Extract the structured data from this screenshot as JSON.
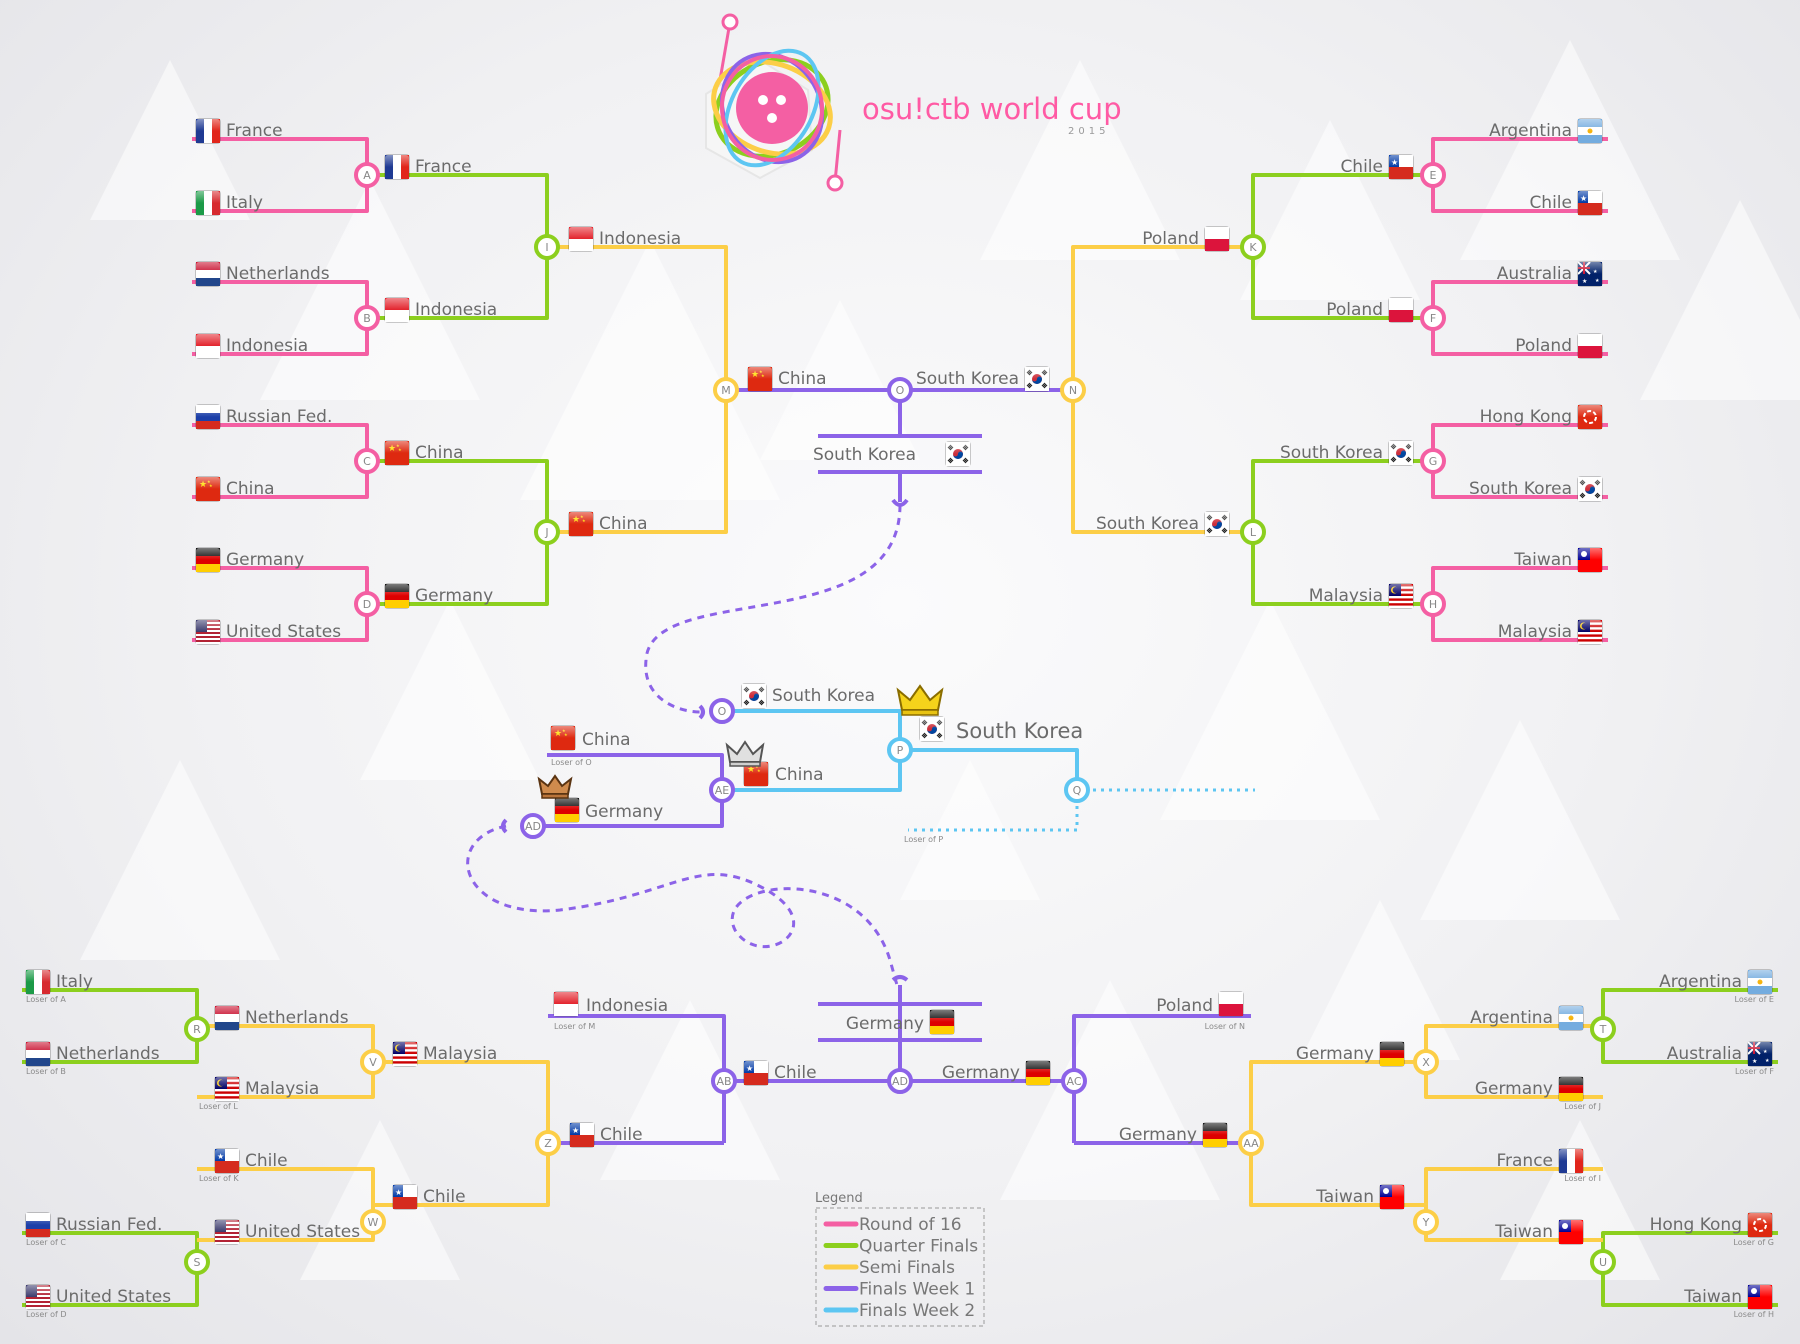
{
  "title": "osu!ctb world cup",
  "year": "2015",
  "colors": {
    "r16": "#f45fa3",
    "qf": "#8ccf1e",
    "sf": "#fcce47",
    "fw1": "#8c63e8",
    "fw2": "#5dc6f2",
    "node_fill": "#ffffff"
  },
  "legend": {
    "title": "Legend",
    "items": [
      {
        "key": "r16",
        "label": "Round of 16"
      },
      {
        "key": "qf",
        "label": "Quarter Finals"
      },
      {
        "key": "sf",
        "label": "Semi Finals"
      },
      {
        "key": "fw1",
        "label": "Finals Week 1"
      },
      {
        "key": "fw2",
        "label": "Finals Week 2"
      }
    ]
  },
  "nodes": [
    "A",
    "B",
    "C",
    "D",
    "E",
    "F",
    "G",
    "H",
    "I",
    "J",
    "K",
    "L",
    "M",
    "N",
    "O",
    "O",
    "P",
    "Q",
    "AE",
    "AD",
    "R",
    "S",
    "T",
    "U",
    "V",
    "W",
    "X",
    "Y",
    "Z",
    "AA",
    "AB",
    "AC",
    "AD"
  ],
  "upper_left": {
    "r16": [
      "France",
      "Italy",
      "Netherlands",
      "Indonesia",
      "Russian Fed.",
      "China",
      "Germany",
      "United States"
    ],
    "qf": [
      "France",
      "Indonesia",
      "China",
      "Germany"
    ],
    "sf": [
      "Indonesia",
      "China"
    ],
    "final": "China"
  },
  "upper_right": {
    "r16": [
      "Argentina",
      "Chile",
      "Australia",
      "Poland",
      "Hong Kong",
      "South Korea",
      "Taiwan",
      "Malaysia"
    ],
    "qf": [
      "Chile",
      "Poland",
      "South Korea",
      "Malaysia"
    ],
    "sf": [
      "Poland",
      "South Korea"
    ],
    "final": "South Korea"
  },
  "upper_winner": "South Korea",
  "grand_final": {
    "upper": "South Korea",
    "lower_sf": "China",
    "lower_sf_sub": "Loser of O",
    "lower_sf_winner": "China",
    "third_place": "Germany",
    "champion": "South Korea",
    "q_sub": "Loser of P"
  },
  "lower_left": {
    "r1": [
      {
        "team": "Italy",
        "sub": "Loser of A"
      },
      {
        "team": "Netherlands",
        "sub": "Loser of B"
      },
      {
        "team": "Russian Fed.",
        "sub": "Loser of C"
      },
      {
        "team": "United States",
        "sub": "Loser of D"
      }
    ],
    "r2": [
      {
        "team": "Netherlands",
        "sub": ""
      },
      {
        "team": "Malaysia",
        "sub": "Loser of L"
      },
      {
        "team": "Chile",
        "sub": "Loser of K"
      },
      {
        "team": "United States",
        "sub": ""
      }
    ],
    "r3": [
      "Malaysia",
      "Chile"
    ],
    "r4": [
      "Chile"
    ],
    "m_sub": {
      "team": "Indonesia",
      "sub": "Loser of M"
    }
  },
  "lower_right": {
    "r1": [
      {
        "team": "Argentina",
        "sub": "Loser of E"
      },
      {
        "team": "Australia",
        "sub": "Loser of F"
      },
      {
        "team": "Hong Kong",
        "sub": "Loser of G"
      },
      {
        "team": "Taiwan",
        "sub": "Loser of H"
      }
    ],
    "r2": [
      {
        "team": "Argentina",
        "sub": ""
      },
      {
        "team": "Germany",
        "sub": "Loser of J"
      },
      {
        "team": "France",
        "sub": "Loser of I"
      },
      {
        "team": "Taiwan",
        "sub": ""
      }
    ],
    "r3": [
      "Germany",
      "Taiwan"
    ],
    "r4": [
      "Germany"
    ],
    "n_sub": {
      "team": "Poland",
      "sub": "Loser of N"
    }
  },
  "lower_final": {
    "left": "Chile",
    "right": "Germany",
    "winner": "Germany"
  },
  "flags": {
    "France": "fr",
    "Italy": "it",
    "Netherlands": "nl",
    "Indonesia": "id",
    "Russian Fed.": "ru",
    "China": "cn",
    "Germany": "de",
    "United States": "us",
    "Argentina": "ar",
    "Chile": "cl",
    "Australia": "au",
    "Poland": "pl",
    "Hong Kong": "hk",
    "South Korea": "kr",
    "Taiwan": "tw",
    "Malaysia": "my"
  }
}
